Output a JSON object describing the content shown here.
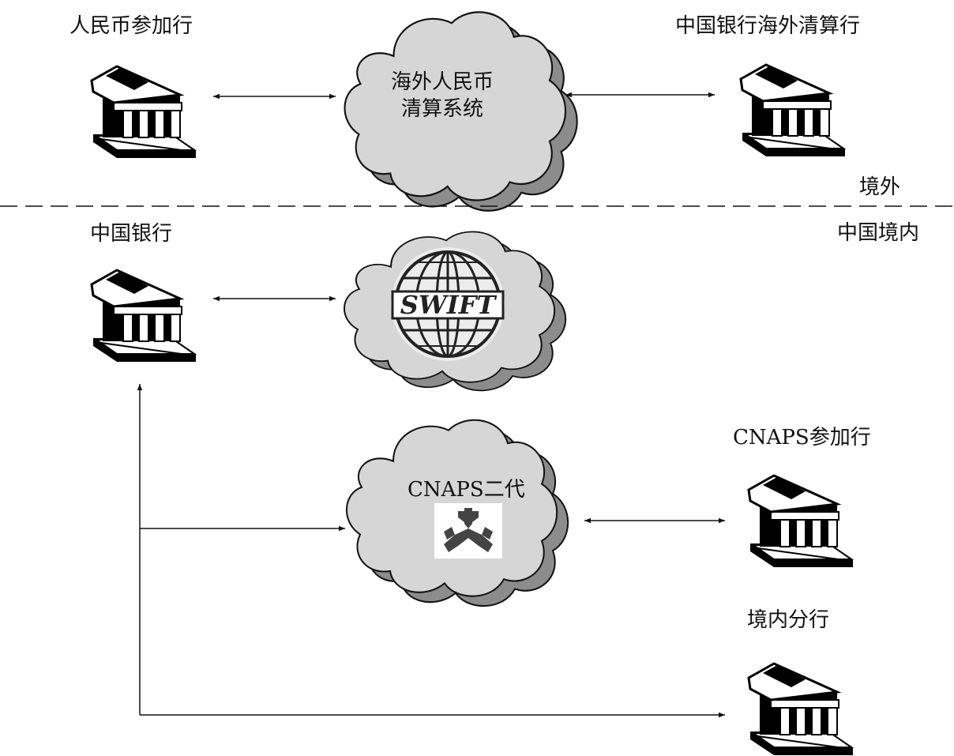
{
  "labels": {
    "rmb_participant": "人民币参加行",
    "boc_overseas_clearing": "中国银行海外清算行",
    "overseas_rmb_clearing_line1": "海外人民币",
    "overseas_rmb_clearing_line2": "清算系统",
    "overseas": "境外",
    "china_domestic": "中国境内",
    "bank_of_china": "中国银行",
    "swift": "SWIFT",
    "cnaps_gen2": "CNAPS二代",
    "cnaps_participant": "CNAPS参加行",
    "domestic_branch": "境内分行"
  },
  "colors": {
    "cloud_fill": "#d6d6d6",
    "cloud_shadow": "#8c8c8c",
    "line": "#111111"
  },
  "icons": {
    "bank": "bank-building-icon",
    "swift_logo": "swift-globe-icon",
    "cnaps_logo": "cnaps-emblem-icon"
  }
}
